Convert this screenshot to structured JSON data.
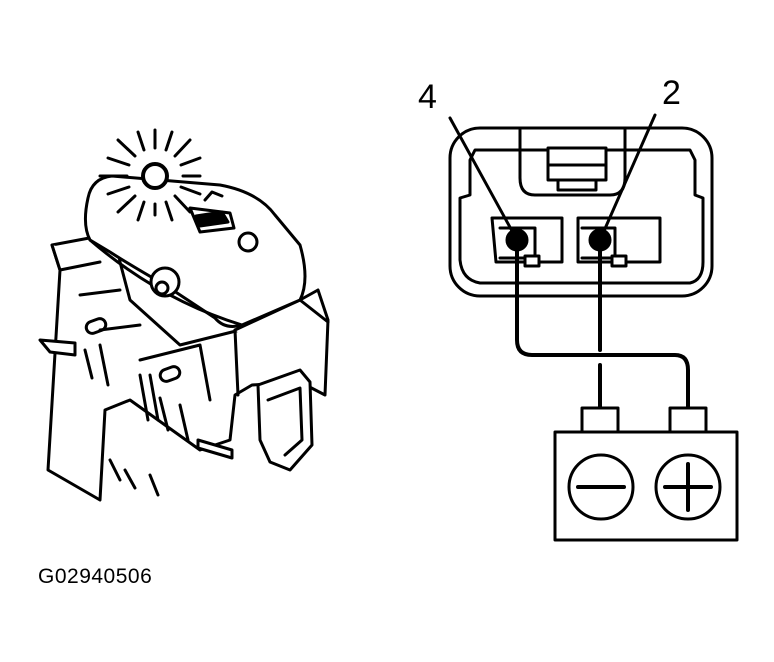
{
  "figure_code": "G02940506",
  "connector": {
    "pins": [
      {
        "label": "4"
      },
      {
        "label": "2"
      }
    ]
  },
  "battery": {
    "negative_symbol": "minus-sign",
    "positive_symbol": "plus-sign"
  },
  "switch": {
    "indicator": "illuminated"
  }
}
